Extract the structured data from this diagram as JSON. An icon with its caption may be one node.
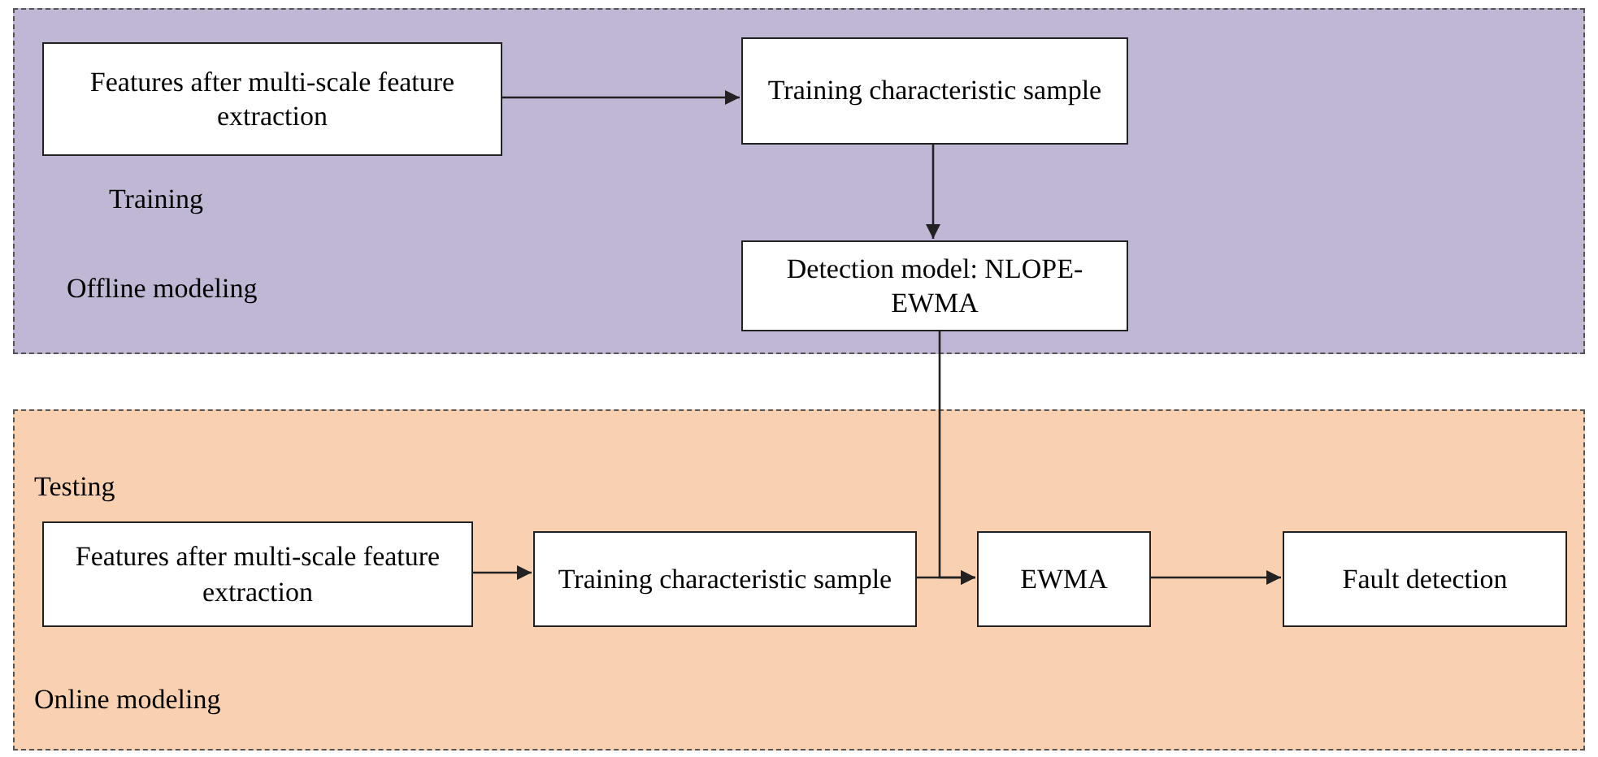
{
  "diagram": {
    "nodes": [
      {
        "text": [
          "Training",
          "Offline modeling"
        ]
      },
      {
        "text": [
          "Features after multi-scale feature extraction"
        ],
        "in": 0
      },
      {
        "text": [
          "Training characteristic sample"
        ],
        "in": 0
      },
      {
        "text": [
          "Detection model: NLOPE-EWMA"
        ],
        "in": 0
      },
      {
        "text": [
          "Testing",
          "Online modeling"
        ]
      },
      {
        "text": [
          "Features after multi-scale feature extraction"
        ],
        "in": 4
      },
      {
        "text": [
          "Training characteristic sample"
        ],
        "in": 4
      },
      {
        "text": [
          "EWMA"
        ],
        "in": 4
      },
      {
        "text": [
          "Fault detection"
        ],
        "in": 4
      }
    ],
    "edges": [
      {
        "from": 1,
        "to": 2,
        "arrow": "to"
      },
      {
        "from": 2,
        "to": 3,
        "arrow": "to"
      },
      {
        "from": 3,
        "to": 7,
        "arrow": "to"
      },
      {
        "from": 5,
        "to": 6,
        "arrow": "to"
      },
      {
        "from": 6,
        "to": 7,
        "arrow": "to"
      },
      {
        "from": 7,
        "to": 8,
        "arrow": "to"
      }
    ]
  }
}
